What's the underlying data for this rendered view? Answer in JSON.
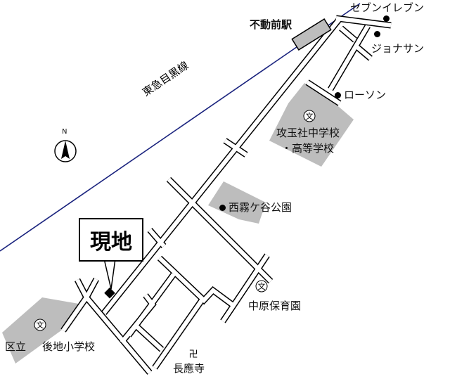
{
  "map": {
    "current_location": "現地",
    "station": "不動前駅",
    "rail_line": "東急目黒線",
    "north": "N",
    "colors": {
      "rail": "#1a237e",
      "area": "#bdbdbd",
      "road": "#000000"
    },
    "pois": [
      {
        "name": "セブンイレブン",
        "icon": "dot"
      },
      {
        "name": "ジョナサン",
        "icon": "dot"
      },
      {
        "name": "ローソン",
        "icon": "dot"
      },
      {
        "name": "西霧ケ谷公園",
        "icon": "dot"
      }
    ],
    "schools": {
      "kogyokusha_line1": "攻玉社中学校",
      "kogyokusha_line2": "・高等学校",
      "nakahara": "中原保育園",
      "ward_prefix": "区立",
      "ushirochi": "後地小学校"
    },
    "temple": "長應寺",
    "school_symbol": "文",
    "temple_symbol": "卍"
  }
}
